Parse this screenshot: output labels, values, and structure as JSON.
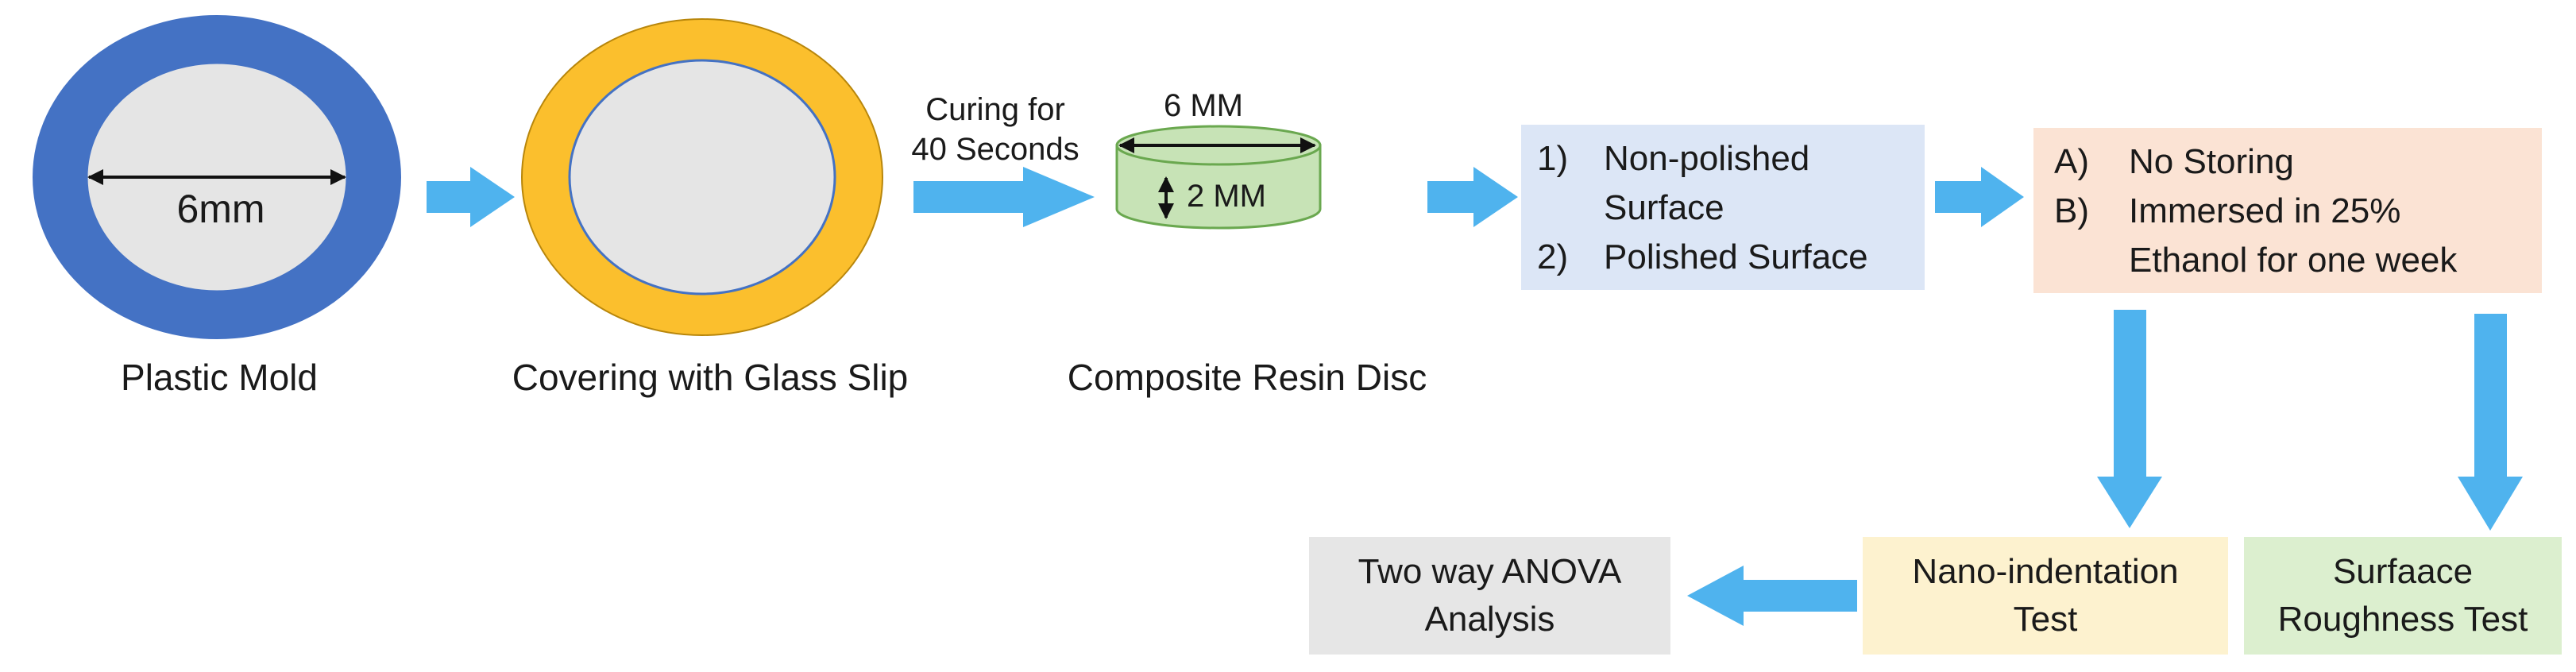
{
  "colors": {
    "mold_ring": "#4472c4",
    "glass_ring": "#fbbf2d",
    "inner_fill": "#e5e5e5",
    "disc_fill": "#c7e3b6",
    "disc_stroke": "#6aa84f",
    "arrow": "#4fb3ee",
    "box_blue": "#dce6f6",
    "box_peach": "#fbe3d4",
    "box_yellow": "#fdf2cf",
    "box_green": "#dcefcf",
    "box_gray": "#e6e6e6"
  },
  "steps": {
    "mold": {
      "label": "Plastic Mold",
      "diameter_label": "6mm"
    },
    "glass": {
      "label": "Covering with Glass Slip"
    },
    "curing": {
      "line1": "Curing for",
      "line2": "40 Seconds"
    },
    "disc": {
      "label": "Composite Resin Disc",
      "width_label": "6 MM",
      "height_label": "2 MM"
    }
  },
  "surface_box": {
    "items": [
      {
        "num": "1)",
        "text": [
          "Non-polished",
          "Surface"
        ]
      },
      {
        "num": "2)",
        "text": [
          "Polished Surface"
        ]
      }
    ]
  },
  "storage_box": {
    "items": [
      {
        "num": "A)",
        "text": [
          "No Storing"
        ]
      },
      {
        "num": "B)",
        "text": [
          "Immersed in 25%",
          "Ethanol for one week"
        ]
      }
    ]
  },
  "tests": {
    "nano": {
      "line1": "Nano-indentation",
      "line2": "Test"
    },
    "roughness": {
      "line1": "Surfaace",
      "line2": "Roughness Test"
    }
  },
  "analysis": {
    "line1": "Two way ANOVA",
    "line2": "Analysis"
  }
}
